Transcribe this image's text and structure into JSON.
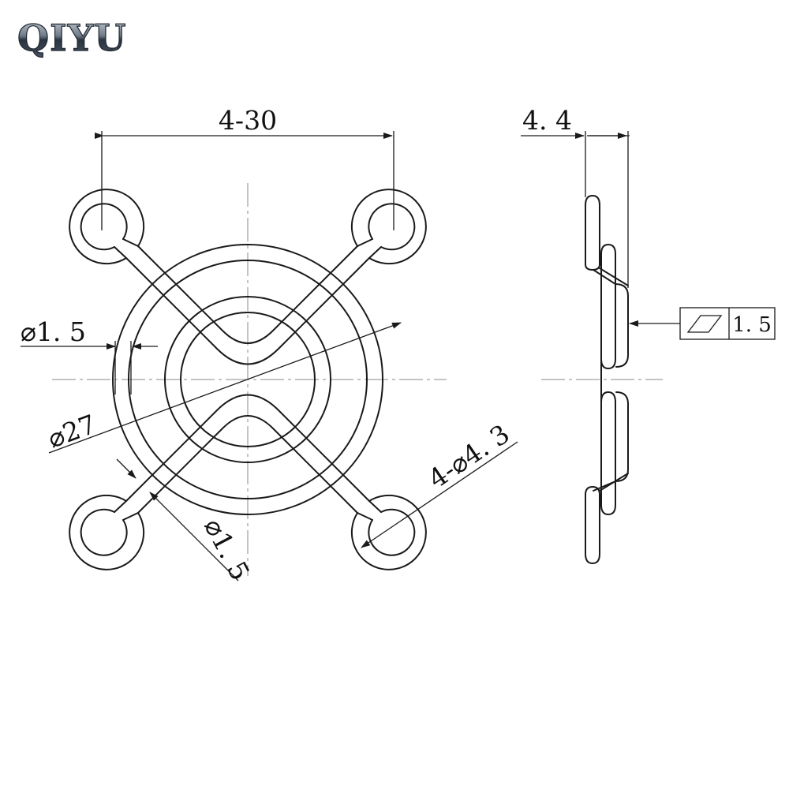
{
  "brand": {
    "logo_text": "QIYU"
  },
  "colors": {
    "ink": "#1a1a1a",
    "logo_dark": "#2a3340",
    "logo_light": "#9aa4b0"
  },
  "front_view": {
    "label_hole_spacing": "4-30",
    "label_wire_dia_top": "⌀1. 5",
    "label_outer_dia": "⌀27",
    "label_hole_dia": "4-⌀4. 3",
    "label_wire_dia_bottom": "⌀1. 5"
  },
  "side_view": {
    "label_thickness": "4. 4",
    "flatness_symbol": "flatness-icon",
    "flatness_value": "1. 5"
  }
}
